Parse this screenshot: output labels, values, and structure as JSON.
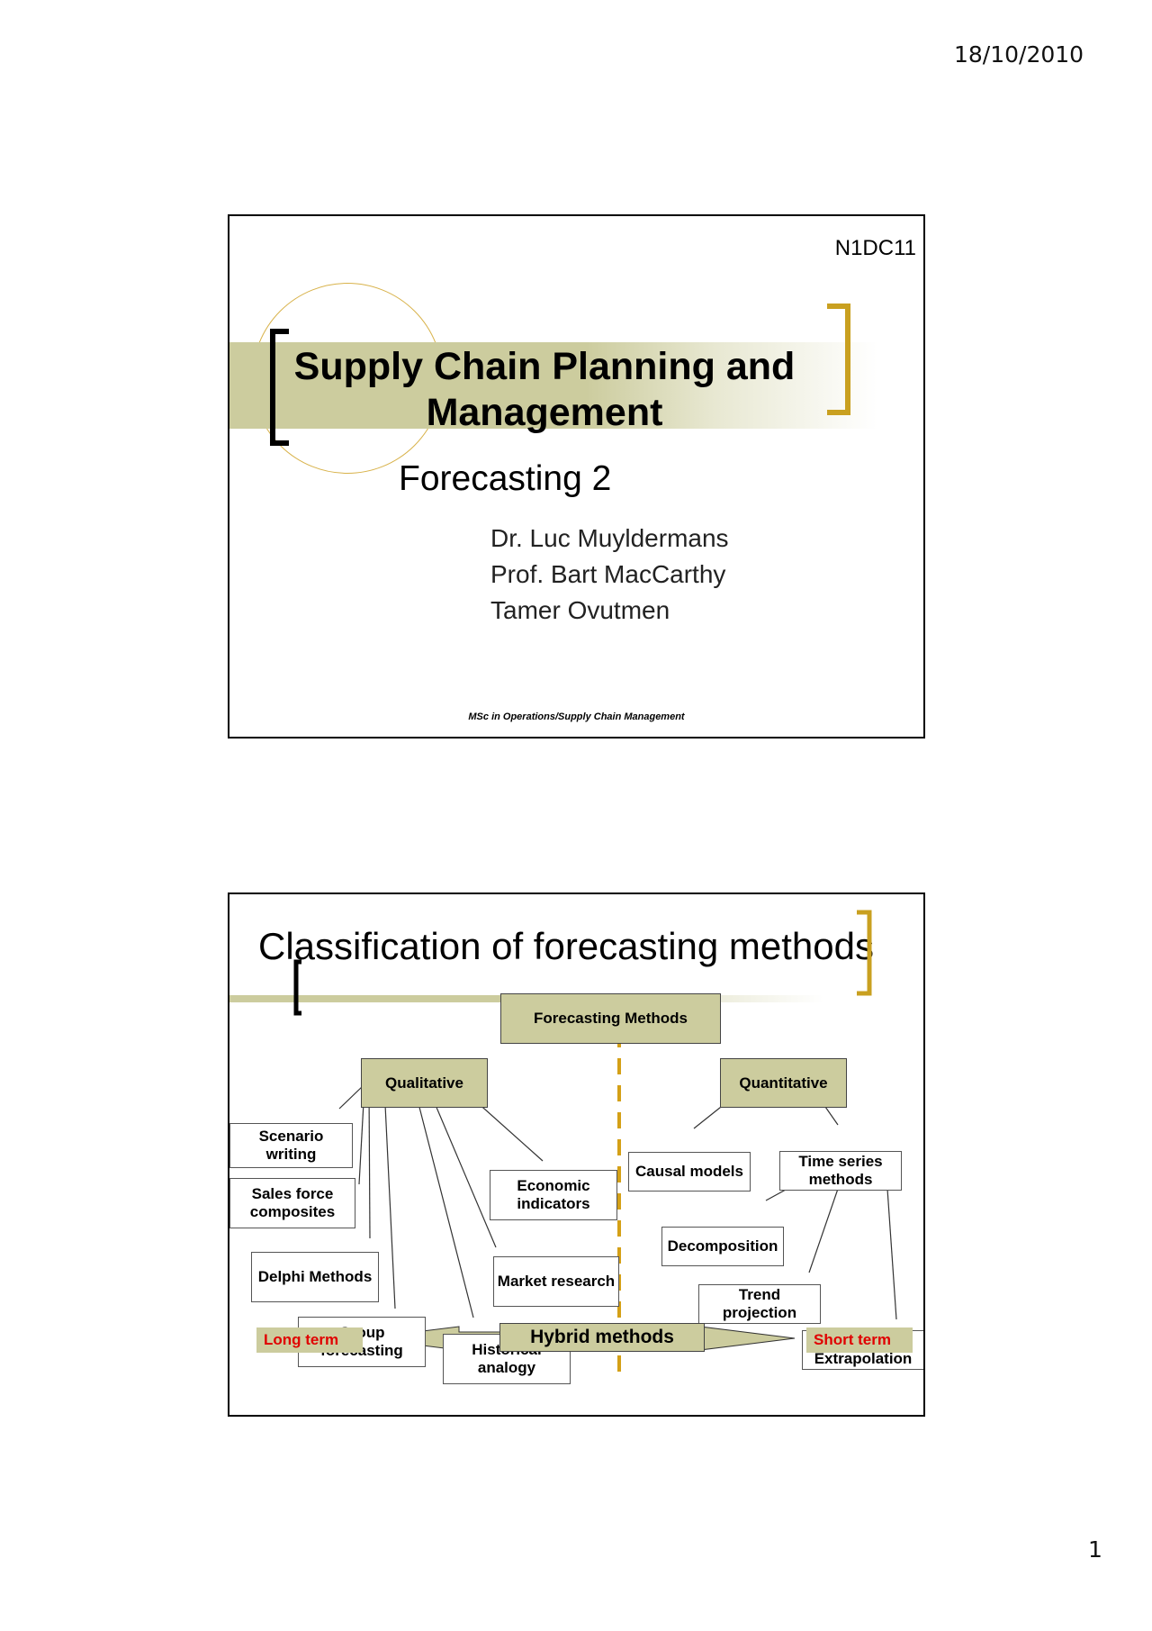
{
  "page": {
    "date": "18/10/2010",
    "page_number": "1"
  },
  "slide1": {
    "code": "N1DC11",
    "title_line1": "Supply Chain Planning and",
    "title_line2": "Management",
    "subtitle": "Forecasting 2",
    "authors": [
      "Dr. Luc Muyldermans",
      "Prof. Bart MacCarthy",
      "Tamer Ovutmen"
    ],
    "footer": "MSc in Operations/Supply Chain Management",
    "colors": {
      "band": "#cccc9e",
      "left_bracket": "#000000",
      "right_bracket": "#c9a020",
      "circle": "#d8b24a"
    }
  },
  "slide2": {
    "title": "Classification of forecasting methods",
    "root": "Forecasting Methods",
    "qualitative": {
      "label": "Qualitative",
      "items": [
        "Scenario writing",
        "Sales force composites",
        "Delphi Methods",
        "Group forecasting",
        "Historical analogy",
        "Market research",
        "Economic indicators"
      ]
    },
    "quantitative": {
      "label": "Quantitative",
      "causal": "Causal models",
      "time_series": "Time series methods",
      "time_series_items": [
        "Decomposition",
        "Trend projection",
        "Smoothing/ Extrapolation"
      ]
    },
    "hybrid": "Hybrid methods",
    "long_term": "Long term",
    "short_term": "Short term",
    "colors": {
      "olive": "#cccc9e",
      "divider": "#d4a017",
      "term_text": "#e00000"
    }
  }
}
